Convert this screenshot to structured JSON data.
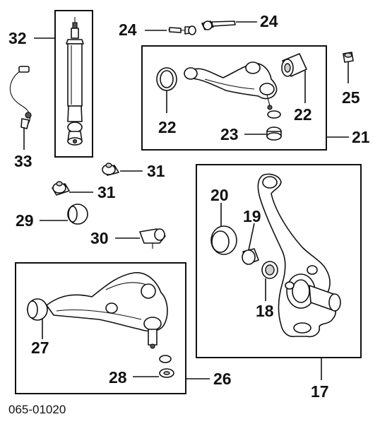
{
  "diagram_code": "065-01020",
  "callouts": {
    "c17": "17",
    "c18": "18",
    "c19": "19",
    "c20": "20",
    "c21": "21",
    "c22a": "22",
    "c22b": "22",
    "c23": "23",
    "c24a": "24",
    "c24b": "24",
    "c25": "25",
    "c26": "26",
    "c27": "27",
    "c28": "28",
    "c29": "29",
    "c30": "30",
    "c31a": "31",
    "c31b": "31",
    "c32": "32",
    "c33": "33"
  }
}
